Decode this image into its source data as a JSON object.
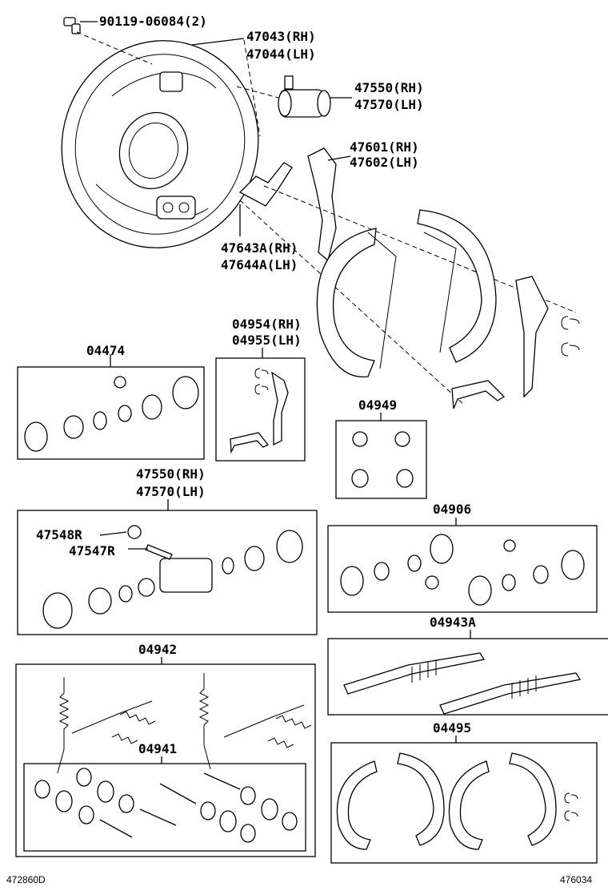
{
  "labels": {
    "bolt": "90119-06084(2)",
    "plate_rh": "47043(RH)",
    "plate_lh": "47044(LH)",
    "cyl_rh": "47550(RH)",
    "cyl_lh": "47570(LH)",
    "lever_rh": "47601(RH)",
    "lever_lh": "47602(LH)",
    "strut_rh": "47643A(RH)",
    "strut_lh": "47644A(LH)",
    "spring_rh": "04954(RH)",
    "spring_lh": "04955(LH)",
    "kit_04474": "04474",
    "kit_04949": "04949",
    "cyl2_rh": "47550(RH)",
    "cyl2_lh": "47570(LH)",
    "bleeder_cap": "47548R",
    "bleeder_plug": "47547R",
    "kit_04906": "04906",
    "kit_04943a": "04943A",
    "kit_04942": "04942",
    "kit_04941": "04941",
    "kit_04495": "04495"
  },
  "footer": {
    "left_code": "472860D",
    "right_code": "476034"
  }
}
